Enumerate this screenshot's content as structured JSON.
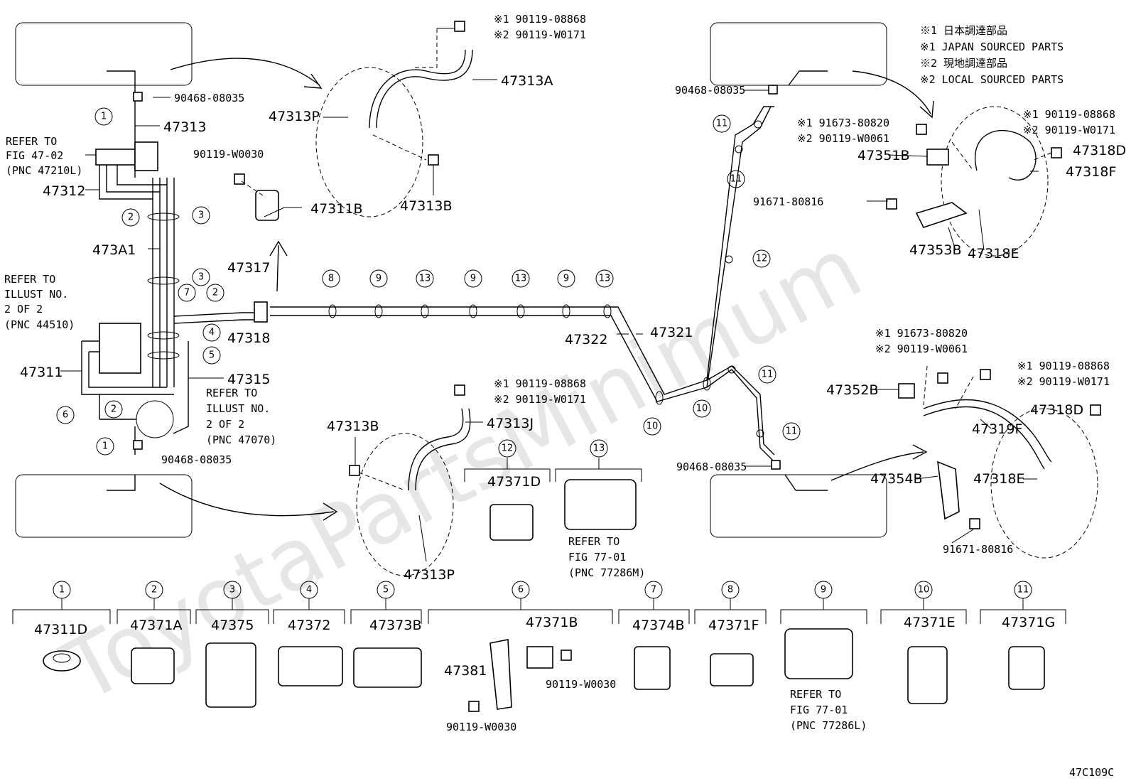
{
  "diagram_code": "47C109C",
  "watermark": "ToyotaPartsMinimum",
  "legend": {
    "l1": "※1 日本調達部品",
    "l2": "※1 JAPAN SOURCED PARTS",
    "l3": "※2 現地調達部品",
    "l4": "※2 LOCAL SOURCED PARTS"
  },
  "refs": {
    "r1a": "REFER TO",
    "r1b": "FIG 47-02",
    "r1c": "(PNC 47210L)",
    "r2a": "REFER TO",
    "r2b": "ILLUST NO.",
    "r2c": "2 OF 2",
    "r2d": "(PNC 44510)",
    "r3a": "REFER TO",
    "r3b": "ILLUST NO.",
    "r3c": "2 OF 2",
    "r3d": "(PNC 47070)",
    "r4a": "REFER TO",
    "r4b": "FIG 77-01",
    "r4c": "(PNC 77286M)",
    "r5a": "REFER TO",
    "r5b": "FIG 77-01",
    "r5c": "(PNC 77286L)"
  },
  "parts": {
    "p47313": "47313",
    "p47312": "47312",
    "p473A1": "473A1",
    "p47311": "47311",
    "p47315": "47315",
    "p47317": "47317",
    "p47318": "47318",
    "p47311B": "47311B",
    "p47313A": "47313A",
    "p47313P_top": "47313P",
    "p47313B_top": "47313B",
    "p47313J": "47313J",
    "p47313B_bot": "47313B",
    "p47313P_bot": "47313P",
    "p47322": "47322",
    "p47321": "47321",
    "p47351B": "47351B",
    "p47318D_top": "47318D",
    "p47318F": "47318F",
    "p47353B": "47353B",
    "p47318E_top": "47318E",
    "p47352B": "47352B",
    "p47319F": "47319F",
    "p47318D_bot": "47318D",
    "p47354B": "47354B",
    "p47318E_bot": "47318E",
    "p47371D": "47371D",
    "p47381": "47381",
    "n90468a": "90468-08035",
    "n90468b": "90468-08035",
    "n90468c": "90468-08035",
    "n90468d": "90468-08035",
    "n90119w0030a": "90119-W0030",
    "n_top_s1": "※1 90119-08868",
    "n_top_s2": "※2 90119-W0171",
    "n_mid_s1": "※1 90119-08868",
    "n_mid_s2": "※2 90119-W0171",
    "n_r_s1a": "※1 91673-80820",
    "n_r_s2a": "※2 90119-W0061",
    "n_r_s1b": "※1 90119-08868",
    "n_r_s2b": "※2 90119-W0171",
    "n91671a": "91671-80816",
    "n_r2_s1a": "※1 91673-80820",
    "n_r2_s2a": "※2 90119-W0061",
    "n_r2_s1b": "※1 90119-08868",
    "n_r2_s2b": "※2 90119-W0171",
    "n91671b": "91671-80816",
    "n90119w0030b": "90119-W0030",
    "n90119w0030c": "90119-W0030"
  },
  "clamps": {
    "c12": "47371D",
    "c13": "",
    "b1": "47311D",
    "b2": "47371A",
    "b3": "47375",
    "b4": "47372",
    "b5": "47373B",
    "b6": "47371B",
    "b7": "47374B",
    "b8": "47371F",
    "b9": "",
    "b10": "47371E",
    "b11": "47371G"
  },
  "callouts": {
    "n1": "1",
    "n2": "2",
    "n3": "3",
    "n4": "4",
    "n5": "5",
    "n6": "6",
    "n7": "7",
    "n8": "8",
    "n9": "9",
    "n10": "10",
    "n11": "11",
    "n12": "12",
    "n13": "13"
  }
}
